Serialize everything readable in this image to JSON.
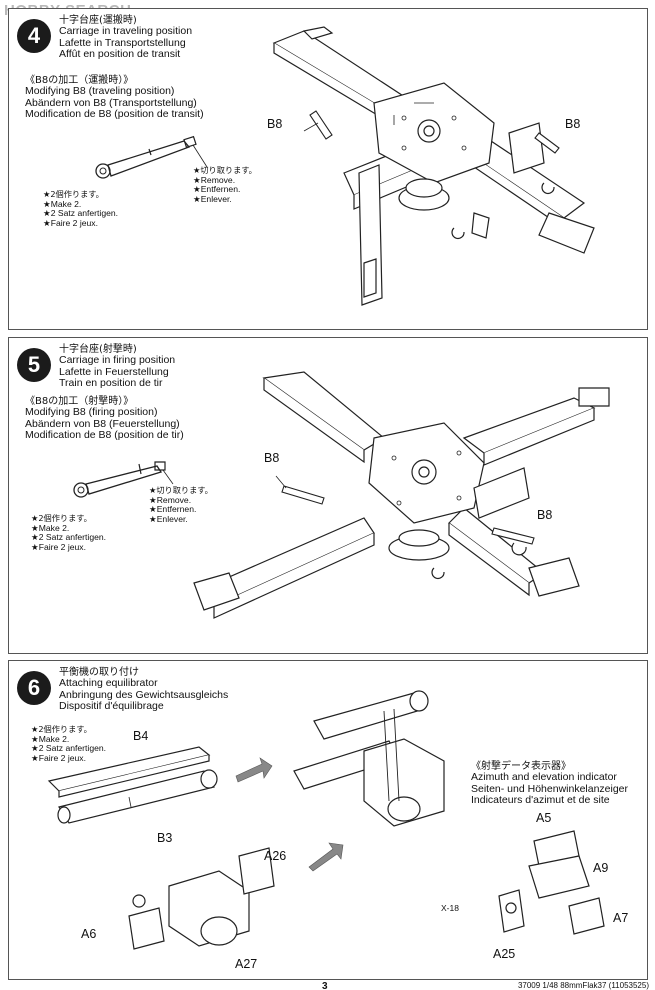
{
  "watermark": "HOBBY SEARCH",
  "step4": {
    "number": "4",
    "title_jp": "十字台座(運搬時)",
    "title_en": "Carriage in traveling position",
    "title_de": "Lafette in Transportstellung",
    "title_fr": "Affût en position de transit",
    "mod_jp": "《B8の加工（運搬時）》",
    "mod_en": "Modifying B8 (traveling position)",
    "mod_de": "Abändern von B8 (Transportstellung)",
    "mod_fr": "Modification de B8 (position de transit)",
    "remove": [
      "★切り取ります。",
      "★Remove.",
      "★Entfernen.",
      "★Enlever."
    ],
    "make2": [
      "★2個作ります。",
      "★Make 2.",
      "★2 Satz anfertigen.",
      "★Faire 2 jeux."
    ],
    "label_left": "B8",
    "label_right": "B8"
  },
  "step5": {
    "number": "5",
    "title_jp": "十字台座(射撃時)",
    "title_en": "Carriage in firing position",
    "title_de": "Lafette in Feuerstellung",
    "title_fr": "Train en position de tir",
    "mod_jp": "《B8の加工（射撃時）》",
    "mod_en": "Modifying B8 (firing position)",
    "mod_de": "Abändern von B8 (Feuerstellung)",
    "mod_fr": "Modification de B8 (position de tir)",
    "remove": [
      "★切り取ります。",
      "★Remove.",
      "★Entfernen.",
      "★Enlever."
    ],
    "make2": [
      "★2個作ります。",
      "★Make 2.",
      "★2 Satz anfertigen.",
      "★Faire 2 jeux."
    ],
    "label_left": "B8",
    "label_right": "B8"
  },
  "step6": {
    "number": "6",
    "title_jp": "平衡機の取り付け",
    "title_en": "Attaching equilibrator",
    "title_de": "Anbringung des Gewichtsausgleichs",
    "title_fr": "Dispositif d'équilibrage",
    "make2": [
      "★2個作ります。",
      "★Make 2.",
      "★2 Satz anfertigen.",
      "★Faire 2 jeux."
    ],
    "indicator_jp": "《射撃データ表示器》",
    "indicator_en": "Azimuth and elevation indicator",
    "indicator_de": "Seiten- und Höhenwinkelanzeiger",
    "indicator_fr": "Indicateurs d'azimut et de site",
    "parts": {
      "b4": "B4",
      "b3": "B3",
      "a26": "A26",
      "a6": "A6",
      "a27": "A27",
      "a5": "A5",
      "a9": "A9",
      "a7": "A7",
      "a25": "A25",
      "x18": "X-18"
    }
  },
  "footer": {
    "page": "3",
    "catalog": "37009  1/48 88mmFlak37 (11053525)"
  }
}
